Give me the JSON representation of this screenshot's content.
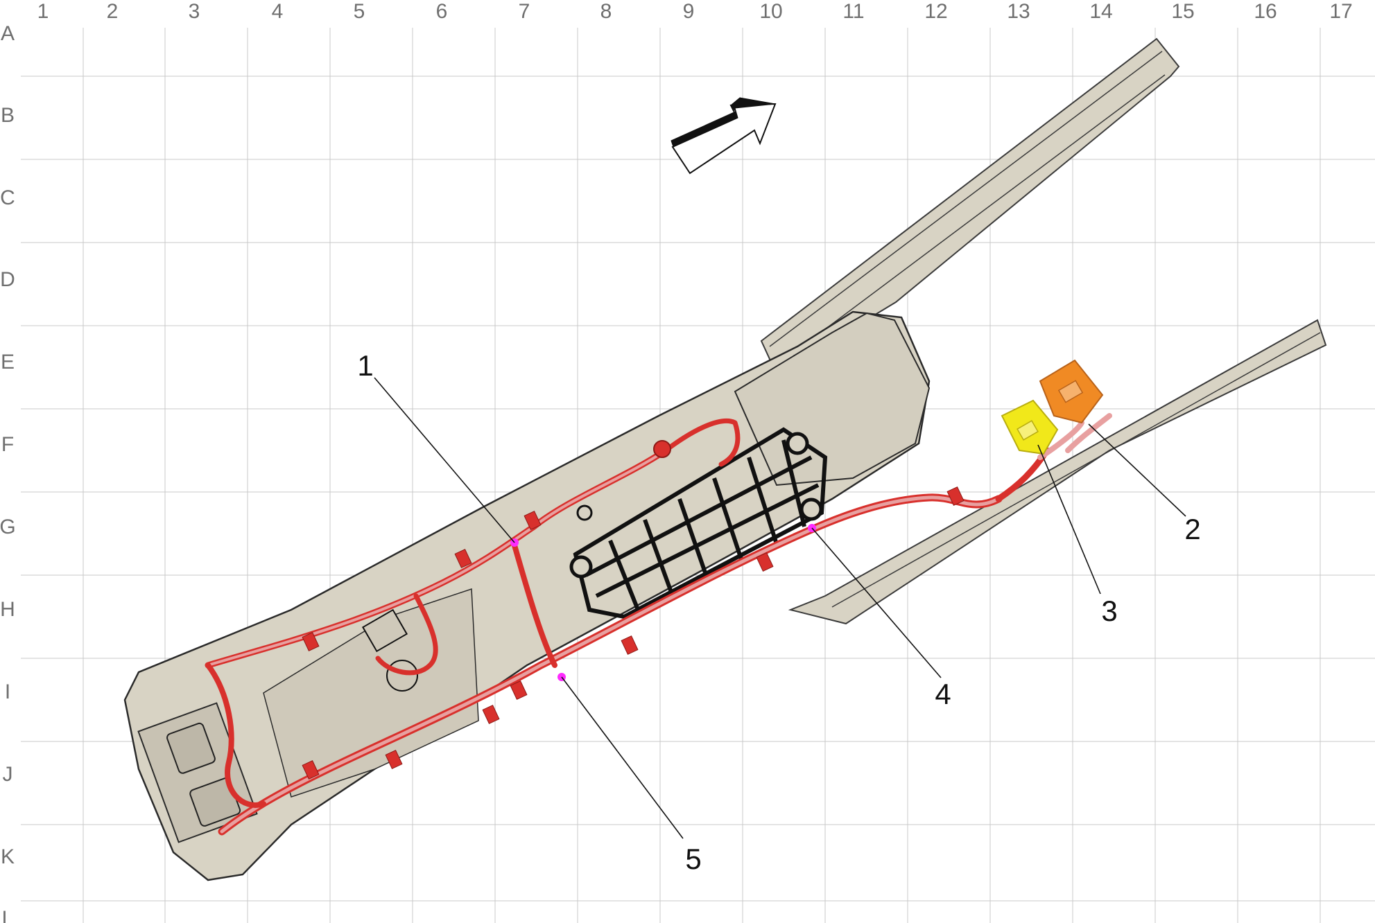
{
  "grid": {
    "columns": [
      "1",
      "2",
      "3",
      "4",
      "5",
      "6",
      "7",
      "8",
      "9",
      "10",
      "11",
      "12",
      "13",
      "14",
      "15",
      "16",
      "17"
    ],
    "rows": [
      "A",
      "B",
      "C",
      "D",
      "E",
      "F",
      "G",
      "H",
      "I",
      "J",
      "K",
      "L"
    ]
  },
  "callouts": [
    {
      "id": "1",
      "label": "1"
    },
    {
      "id": "2",
      "label": "2"
    },
    {
      "id": "3",
      "label": "3"
    },
    {
      "id": "4",
      "label": "4"
    },
    {
      "id": "5",
      "label": "5"
    }
  ],
  "colors": {
    "body_fill": "#d8d3c4",
    "body_stroke": "#3a3a3a",
    "harness": "#d8302c",
    "harness_core": "#e8a0a0",
    "splice": "#ff2bff",
    "connector_yellow": "#f1e81a",
    "connector_orange": "#f08a24",
    "arrow_fill": "#ffffff",
    "arrow_dark": "#111111"
  },
  "icons": {
    "direction_arrow": "arrow-forward-icon",
    "splice_point": "splice-dot-icon"
  }
}
